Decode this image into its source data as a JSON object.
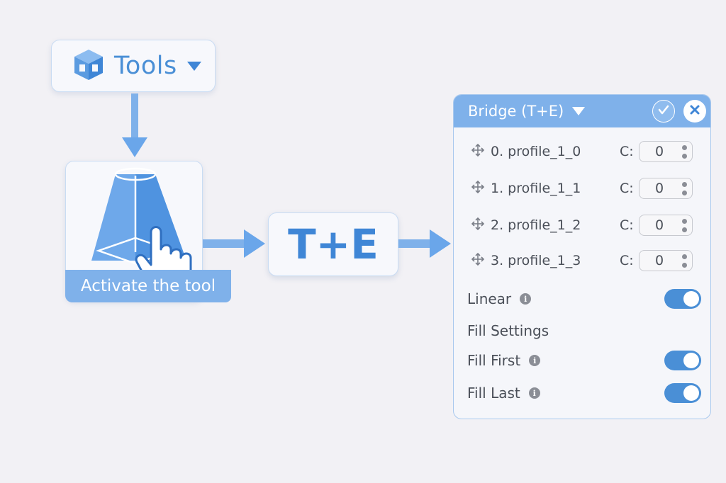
{
  "tools_button": {
    "label": "Tools",
    "icon": "cube-icon"
  },
  "tool_card": {
    "label": "Activate the tool",
    "icon": "loft-tool-pointer-icon"
  },
  "shortcut": {
    "label": "T+E"
  },
  "panel": {
    "title": "Bridge (T+E)",
    "confirm_icon": "check-icon",
    "close_icon": "close-icon",
    "profiles": [
      {
        "label": "0. profile_1_0",
        "c_label": "C:",
        "value": "0"
      },
      {
        "label": "1. profile_1_1",
        "c_label": "C:",
        "value": "0"
      },
      {
        "label": "2. profile_1_2",
        "c_label": "C:",
        "value": "0"
      },
      {
        "label": "3. profile_1_3",
        "c_label": "C:",
        "value": "0"
      }
    ],
    "linear": {
      "label": "Linear",
      "on": true
    },
    "fill_settings_label": "Fill Settings",
    "fill_first": {
      "label": "Fill First",
      "on": true
    },
    "fill_last": {
      "label": "Fill Last",
      "on": true
    }
  },
  "colors": {
    "accent": "#4a8fd6",
    "header": "#7fb1ea",
    "background": "#f2f1f5"
  }
}
